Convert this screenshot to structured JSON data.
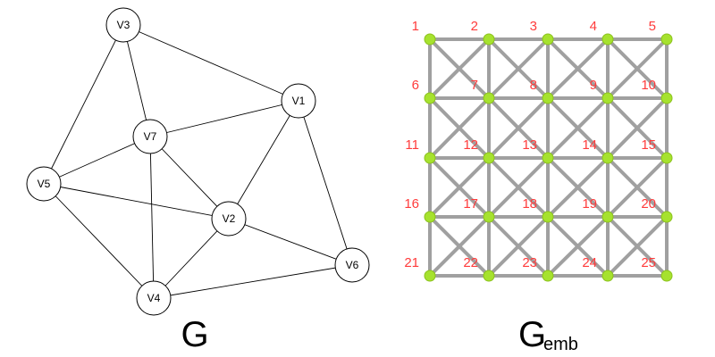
{
  "graph_g": {
    "caption": "G",
    "nodes": [
      {
        "id": "V1",
        "label": "V1"
      },
      {
        "id": "V2",
        "label": "V2"
      },
      {
        "id": "V3",
        "label": "V3"
      },
      {
        "id": "V4",
        "label": "V4"
      },
      {
        "id": "V5",
        "label": "V5"
      },
      {
        "id": "V6",
        "label": "V6"
      },
      {
        "id": "V7",
        "label": "V7"
      }
    ],
    "edges": [
      [
        "V3",
        "V1"
      ],
      [
        "V3",
        "V7"
      ],
      [
        "V3",
        "V5"
      ],
      [
        "V1",
        "V7"
      ],
      [
        "V1",
        "V2"
      ],
      [
        "V1",
        "V6"
      ],
      [
        "V7",
        "V5"
      ],
      [
        "V7",
        "V2"
      ],
      [
        "V7",
        "V4"
      ],
      [
        "V5",
        "V2"
      ],
      [
        "V5",
        "V4"
      ],
      [
        "V2",
        "V6"
      ],
      [
        "V2",
        "V4"
      ],
      [
        "V4",
        "V6"
      ]
    ]
  },
  "graph_gemb": {
    "caption_main": "G",
    "caption_sub": "emb",
    "rows": 5,
    "cols": 5,
    "node_labels": [
      "1",
      "2",
      "3",
      "4",
      "5",
      "6",
      "7",
      "8",
      "9",
      "10",
      "11",
      "12",
      "13",
      "14",
      "15",
      "16",
      "17",
      "18",
      "19",
      "20",
      "21",
      "22",
      "23",
      "24",
      "25"
    ],
    "node_color": "#a6e22e",
    "edge_color": "#a0a0a0",
    "label_color": "#ff3b3b"
  }
}
